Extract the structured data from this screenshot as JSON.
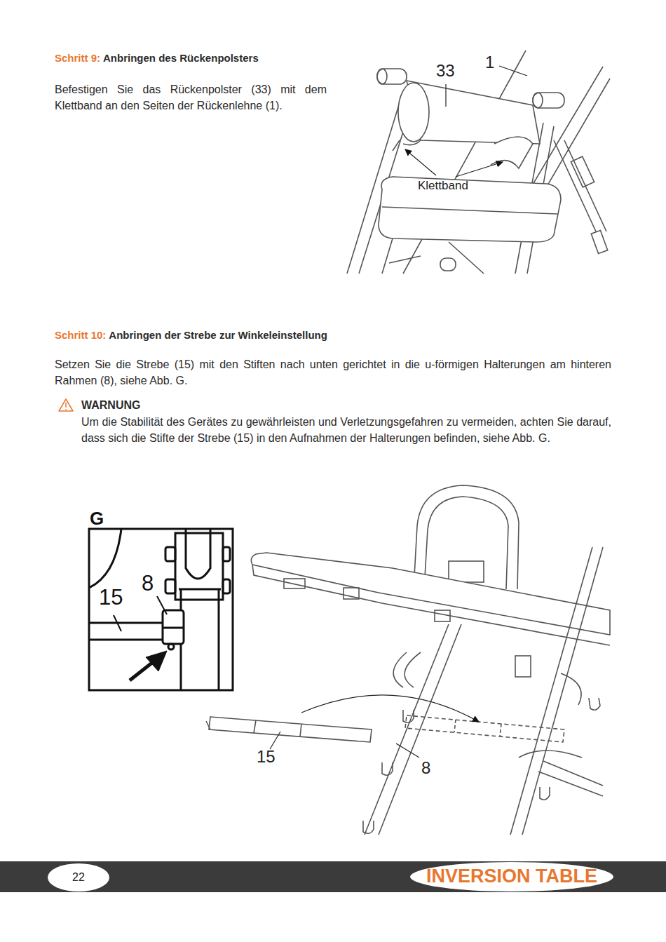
{
  "diagram": {
    "nodes": [
      {
        "text": [
          "G",
          "15",
          "8"
        ]
      },
      {
        "text": [
          "22"
        ]
      },
      {
        "text": [
          "INVERSION TABLE"
        ]
      }
    ],
    "labels": [
      "Schritt 9:",
      "Anbringen des Rückenpolsters",
      "Befestigen Sie das Rückenpolster (33) mit dem Klettband an den Seiten der Rückenlehne (1).",
      "33",
      "1",
      "Klettband",
      "Schritt 10:",
      "Anbringen der Strebe zur Winkeleinstellung",
      "Setzen Sie die Strebe (15) mit den Stiften nach unten gerichtet in die u-förmigen Halterungen am hinteren Rahmen (8), siehe Abb. G.",
      "WARNUNG",
      "Um die Stabilität des Gerätes zu gewährleisten und Verletzungsgefahren zu vermeiden, achten Sie darauf, dass sich die Stifte der Strebe (15) in den Aufnahmen der Halterungen befinden, siehe Abb. G.",
      "15",
      "8"
    ]
  }
}
